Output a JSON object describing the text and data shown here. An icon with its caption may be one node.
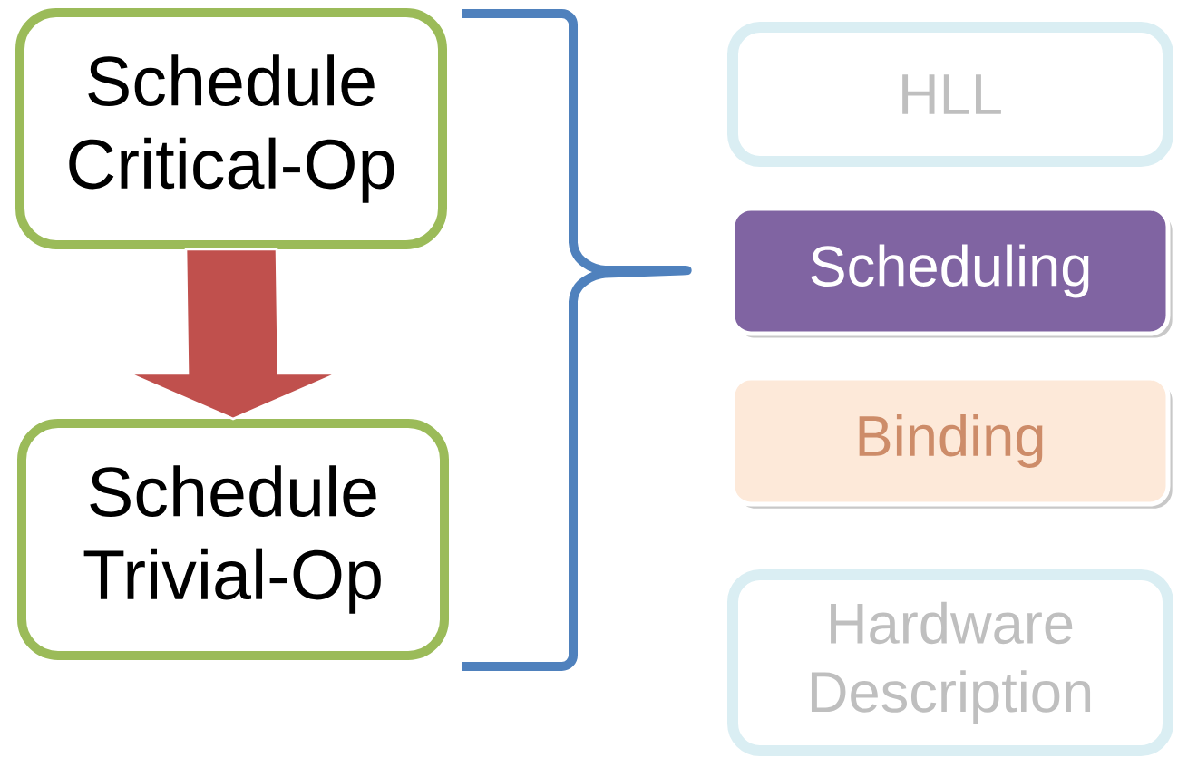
{
  "diagram": {
    "nodes": [
      {
        "text": [
          "Schedule Critical-Op"
        ]
      },
      {
        "text": [
          "Schedule Trivial-Op"
        ]
      },
      {
        "text": [
          "HLL"
        ]
      },
      {
        "text": [
          "Scheduling"
        ]
      },
      {
        "text": [
          "Binding"
        ]
      },
      {
        "text": [
          "Hardware Description"
        ]
      }
    ],
    "edges": [
      {
        "from": 0,
        "to": 1,
        "arrow": "to",
        "style": "thick",
        "color": "#c0504d"
      }
    ]
  }
}
